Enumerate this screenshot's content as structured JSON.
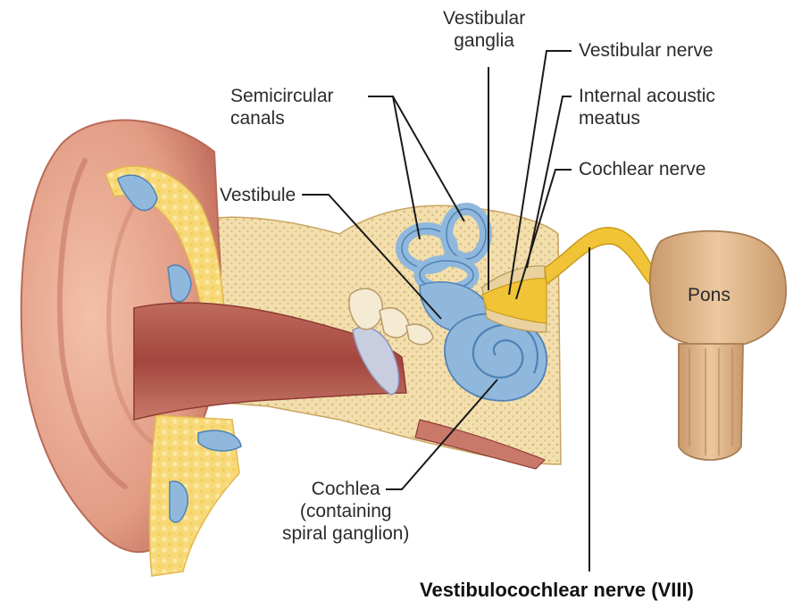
{
  "labels": {
    "vestibular_ganglia": [
      "Vestibular",
      "ganglia"
    ],
    "vestibular_nerve": "Vestibular nerve",
    "internal_acoustic_meatus": [
      "Internal acoustic",
      "meatus"
    ],
    "semicircular_canals": [
      "Semicircular",
      "canals"
    ],
    "cochlear_nerve": "Cochlear nerve",
    "vestibule": "Vestibule",
    "pons": "Pons",
    "cochlea": [
      "Cochlea",
      "(containing",
      "spiral ganglion)"
    ],
    "vestibulocochlear_nerve": "Vestibulocochlear nerve (VIII)"
  },
  "colors": {
    "skin": "#e8a58c",
    "skin_dark": "#c96f5e",
    "canal": "#a9473f",
    "bone": "#f3dfae",
    "bone_dots": "#d6b878",
    "cartilage": "#f7d978",
    "membranous": "#8fb8dc",
    "membranous_dark": "#4f82b5",
    "nerve": "#f1c437",
    "brainstem": "#e0b98e",
    "eardrum": "#c9cde0",
    "leader": "#1a1a1a"
  }
}
